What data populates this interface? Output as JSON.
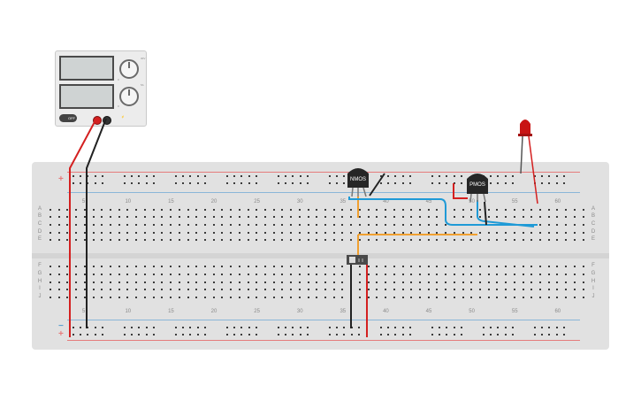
{
  "power_supply": {
    "voltage_knob_min": "0",
    "voltage_knob_max": "30V",
    "current_knob_min": "0",
    "current_knob_max": "5A",
    "power_switch_label": "OFF"
  },
  "transistors": {
    "nmos_label": "NMOS",
    "pmos_label": "PMOS"
  },
  "breadboard": {
    "top_column_numbers": [
      "5",
      "10",
      "15",
      "20",
      "25",
      "30",
      "35",
      "40",
      "45",
      "50",
      "55",
      "60"
    ],
    "bottom_column_numbers": [
      "5",
      "10",
      "15",
      "20",
      "25",
      "30",
      "35",
      "40",
      "45",
      "50",
      "55",
      "60"
    ],
    "row_labels_top": [
      "A",
      "B",
      "C",
      "D",
      "E"
    ],
    "row_labels_bottom": [
      "F",
      "G",
      "H",
      "I",
      "J"
    ],
    "rail_plus": "+",
    "rail_minus": "−"
  },
  "colors": {
    "wire_red": "#d42020",
    "wire_black": "#222222",
    "wire_blue": "#1f9ad6",
    "wire_orange": "#f0a030",
    "led_red": "#c81414",
    "board": "#e1e1e1"
  },
  "icons": {
    "led": "led-icon",
    "switch": "slide-switch-icon"
  }
}
